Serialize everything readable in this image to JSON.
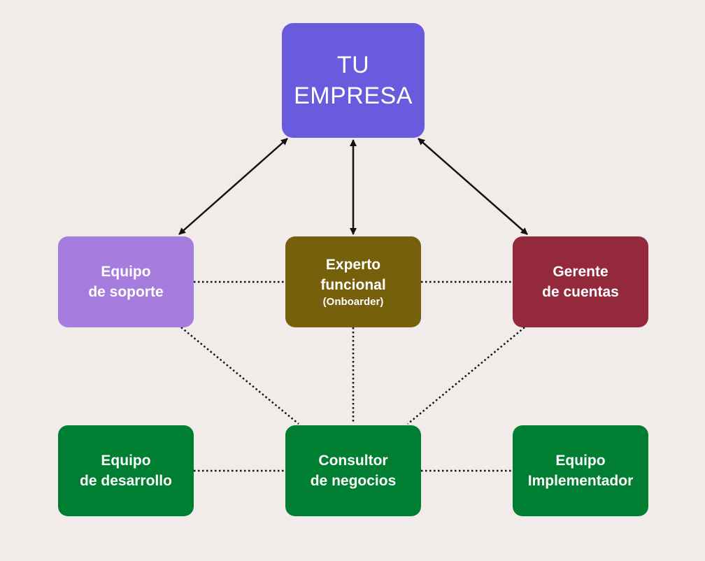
{
  "colors": {
    "background": "#f1ebea",
    "empresa": "#6a5add",
    "soporte": "#a67ddf",
    "experto": "#76600b",
    "gerente": "#93293b",
    "green": "#007e32",
    "connector": "#111111"
  },
  "nodes": {
    "empresa": {
      "line1": "TU",
      "line2": "EMPRESA"
    },
    "soporte": {
      "line1": "Equipo",
      "line2": "de soporte"
    },
    "experto": {
      "line1": "Experto",
      "line2": "funcional",
      "line3": "(Onboarder)"
    },
    "gerente": {
      "line1": "Gerente",
      "line2": "de cuentas"
    },
    "desarrollo": {
      "line1": "Equipo",
      "line2": "de desarrollo"
    },
    "consultor": {
      "line1": "Consultor",
      "line2": "de negocios"
    },
    "implementador": {
      "line1": "Equipo",
      "line2": "Implementador"
    }
  },
  "connections": [
    {
      "from": "empresa",
      "to": "soporte",
      "style": "double-arrow"
    },
    {
      "from": "empresa",
      "to": "experto",
      "style": "double-arrow"
    },
    {
      "from": "empresa",
      "to": "gerente",
      "style": "double-arrow"
    },
    {
      "from": "soporte",
      "to": "experto",
      "style": "dotted"
    },
    {
      "from": "experto",
      "to": "gerente",
      "style": "dotted"
    },
    {
      "from": "soporte",
      "to": "consultor",
      "style": "dotted"
    },
    {
      "from": "experto",
      "to": "consultor",
      "style": "dotted"
    },
    {
      "from": "gerente",
      "to": "consultor",
      "style": "dotted"
    },
    {
      "from": "desarrollo",
      "to": "consultor",
      "style": "dotted"
    },
    {
      "from": "consultor",
      "to": "implementador",
      "style": "dotted"
    }
  ]
}
